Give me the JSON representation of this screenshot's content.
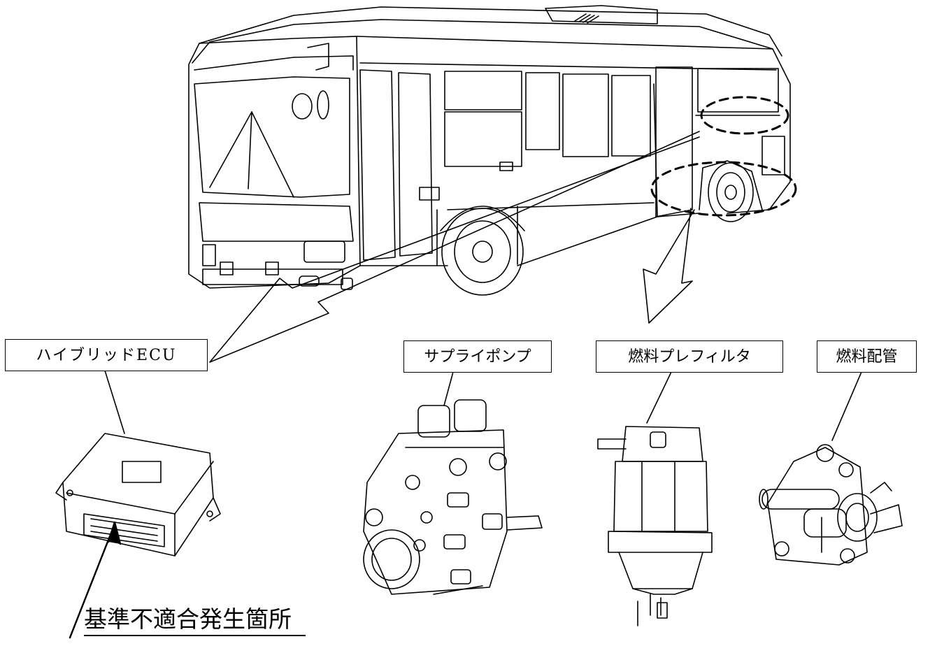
{
  "labels": {
    "hybrid_ecu": "ハイブリッドECU",
    "supply_pump": "サプライポンプ",
    "fuel_prefilter": "燃料プレフィルタ",
    "fuel_pipe": "燃料配管"
  },
  "caption": "基準不適合発生箇所",
  "colors": {
    "line": "#000000",
    "background": "#ffffff"
  },
  "icons": [
    "bus-illustration",
    "ecu-icon",
    "supply-pump-icon",
    "fuel-prefilter-icon",
    "fuel-pipe-icon"
  ]
}
